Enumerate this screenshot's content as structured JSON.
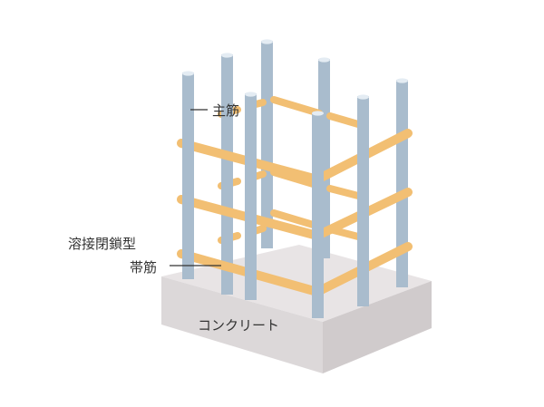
{
  "labels": {
    "main_bar": "主筋",
    "hoop_line1": "溶接閉鎖型",
    "hoop_line2": "帯筋",
    "concrete": "コンクリート"
  },
  "colors": {
    "rebar": "#a9bccd",
    "rebar_top": "#e4ecf3",
    "hoop": "#f2bf73",
    "concrete_top": "#e8e4e5",
    "concrete_left": "#dcd8d9",
    "concrete_right": "#d0cbcc",
    "text": "#333333"
  }
}
